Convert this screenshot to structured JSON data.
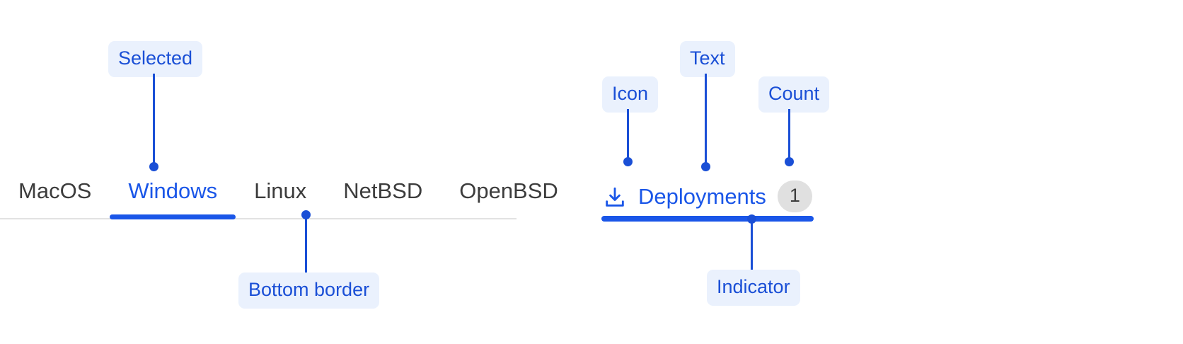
{
  "colors": {
    "accent": "#1a56e8",
    "annotation_text": "#1a4fd6",
    "annotation_bg": "#eaf1fd",
    "tab_text": "#3c3c3c",
    "border": "#e2e2e2",
    "badge_bg": "#e0e0e0"
  },
  "tabbar": {
    "tabs": [
      {
        "label": "MacOS",
        "selected": false
      },
      {
        "label": "Windows",
        "selected": true
      },
      {
        "label": "Linux",
        "selected": false
      },
      {
        "label": "NetBSD",
        "selected": false
      },
      {
        "label": "OpenBSD",
        "selected": false
      }
    ]
  },
  "deployments_tab": {
    "icon": "download-icon",
    "label": "Deployments",
    "count": "1",
    "selected": true
  },
  "annotations": {
    "selected": "Selected",
    "bottom_border": "Bottom border",
    "icon": "Icon",
    "text": "Text",
    "count": "Count",
    "indicator": "Indicator"
  }
}
